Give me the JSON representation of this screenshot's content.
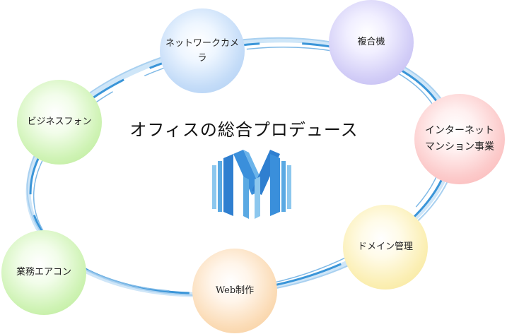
{
  "title": "オフィスの総合プロデュース",
  "nodes": {
    "network_camera": "ネットワークカメラ",
    "copier": "複合機",
    "business_phone": "ビジネスフォン",
    "internet_line1": "インターネット",
    "internet_line2": "マンション事業",
    "domain": "ドメイン管理",
    "aircon": "業務エアコン",
    "web": "Web制作"
  },
  "colors": {
    "ring_dark": "#3a95d8",
    "ring_light": "#a8d0f0",
    "logo_blue": "#2f7fd0",
    "logo_light": "#8cc7ee"
  }
}
